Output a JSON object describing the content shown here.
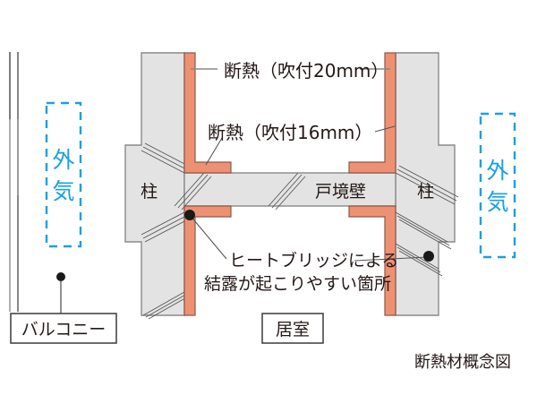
{
  "figure": {
    "caption": "断熱材概念図",
    "colors": {
      "insulation": "#EE9173",
      "insulation_stroke": "#8a5a48",
      "concrete": "#E3E3E3",
      "concrete_stroke": "#8a8a8a",
      "outside_air_blue": "#18A0E8",
      "text_dark": "#231815",
      "leader_gray": "#888888",
      "marker_black": "#1a1a1a",
      "background": "#FFFFFF"
    }
  },
  "labels": {
    "insulation_20": "断熱（吹付20mm）",
    "insulation_16": "断熱（吹付16mm）",
    "pillar_left": "柱",
    "pillar_right": "柱",
    "party_wall": "戸境壁",
    "outside_air_left": "外気",
    "outside_air_right": "外気",
    "heat_bridge_line1": "ヒートブリッジによる",
    "heat_bridge_line2": "結露が起こりやすい箇所",
    "balcony": "バルコニー",
    "living_room": "居室"
  },
  "annotations": {
    "outside_air_chars_left": [
      "外",
      "気"
    ],
    "outside_air_chars_right": [
      "外",
      "気"
    ],
    "dimension_20mm": "20mm",
    "dimension_16mm": "16mm"
  }
}
